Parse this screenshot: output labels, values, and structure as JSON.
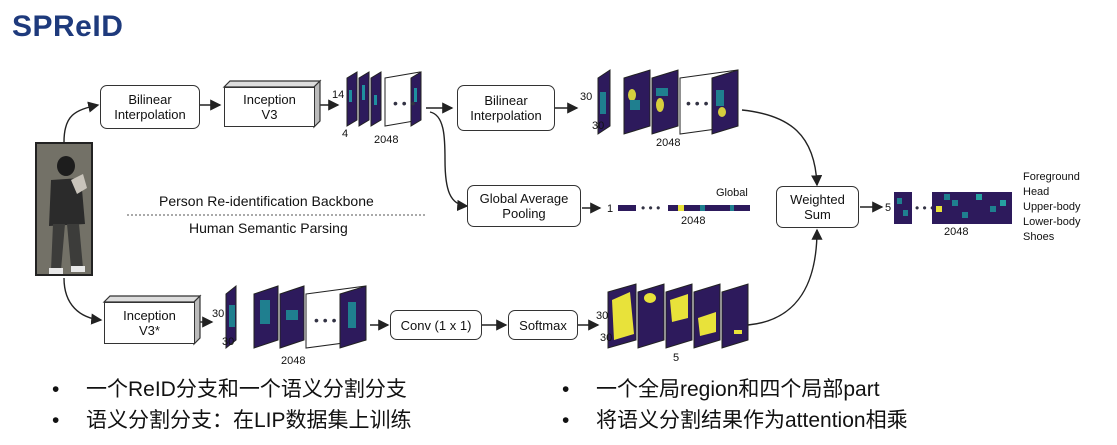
{
  "title": "SPReID",
  "boxes": {
    "bilinear_top": "Bilinear\nInterpolation",
    "inception_v3": "Inception\nV3",
    "bilinear_right": "Bilinear\nInterpolation",
    "gap": "Global Average\nPooling",
    "weighted_sum": "Weighted\nSum",
    "inception_v3s": "Inception\nV3*",
    "conv": "Conv (1 x 1)",
    "softmax": "Softmax"
  },
  "labels": {
    "top_14": "14",
    "top_4": "4",
    "top_2048": "2048",
    "right_30a": "30",
    "right_30b": "30",
    "right_2048": "2048",
    "global": "Global",
    "global_1": "1",
    "global_2048": "2048",
    "out_5": "5",
    "out_2048": "2048",
    "bottom_30a": "30",
    "bottom_30b": "30",
    "bottom_2048": "2048",
    "mask_30a": "30",
    "mask_30b": "30",
    "mask_5": "5"
  },
  "sections": {
    "backbone": "Person Re-identification Backbone",
    "parsing": "Human Semantic Parsing"
  },
  "legend": [
    "Foreground",
    "Head",
    "Upper-body",
    "Lower-body",
    "Shoes"
  ],
  "bullets_left": [
    "一个ReID分支和一个语义分割分支",
    "语义分割分支：在LIP数据集上训练"
  ],
  "bullets_right": [
    "一个全局region和四个局部part",
    "将语义分割结果作为attention相乘"
  ],
  "bullet_char": "•",
  "colors": {
    "title": "#1e3a7c",
    "heat_dark": "#2d1a5c",
    "heat_mid": "#1f7f8f",
    "heat_hi": "#e8e23a"
  }
}
